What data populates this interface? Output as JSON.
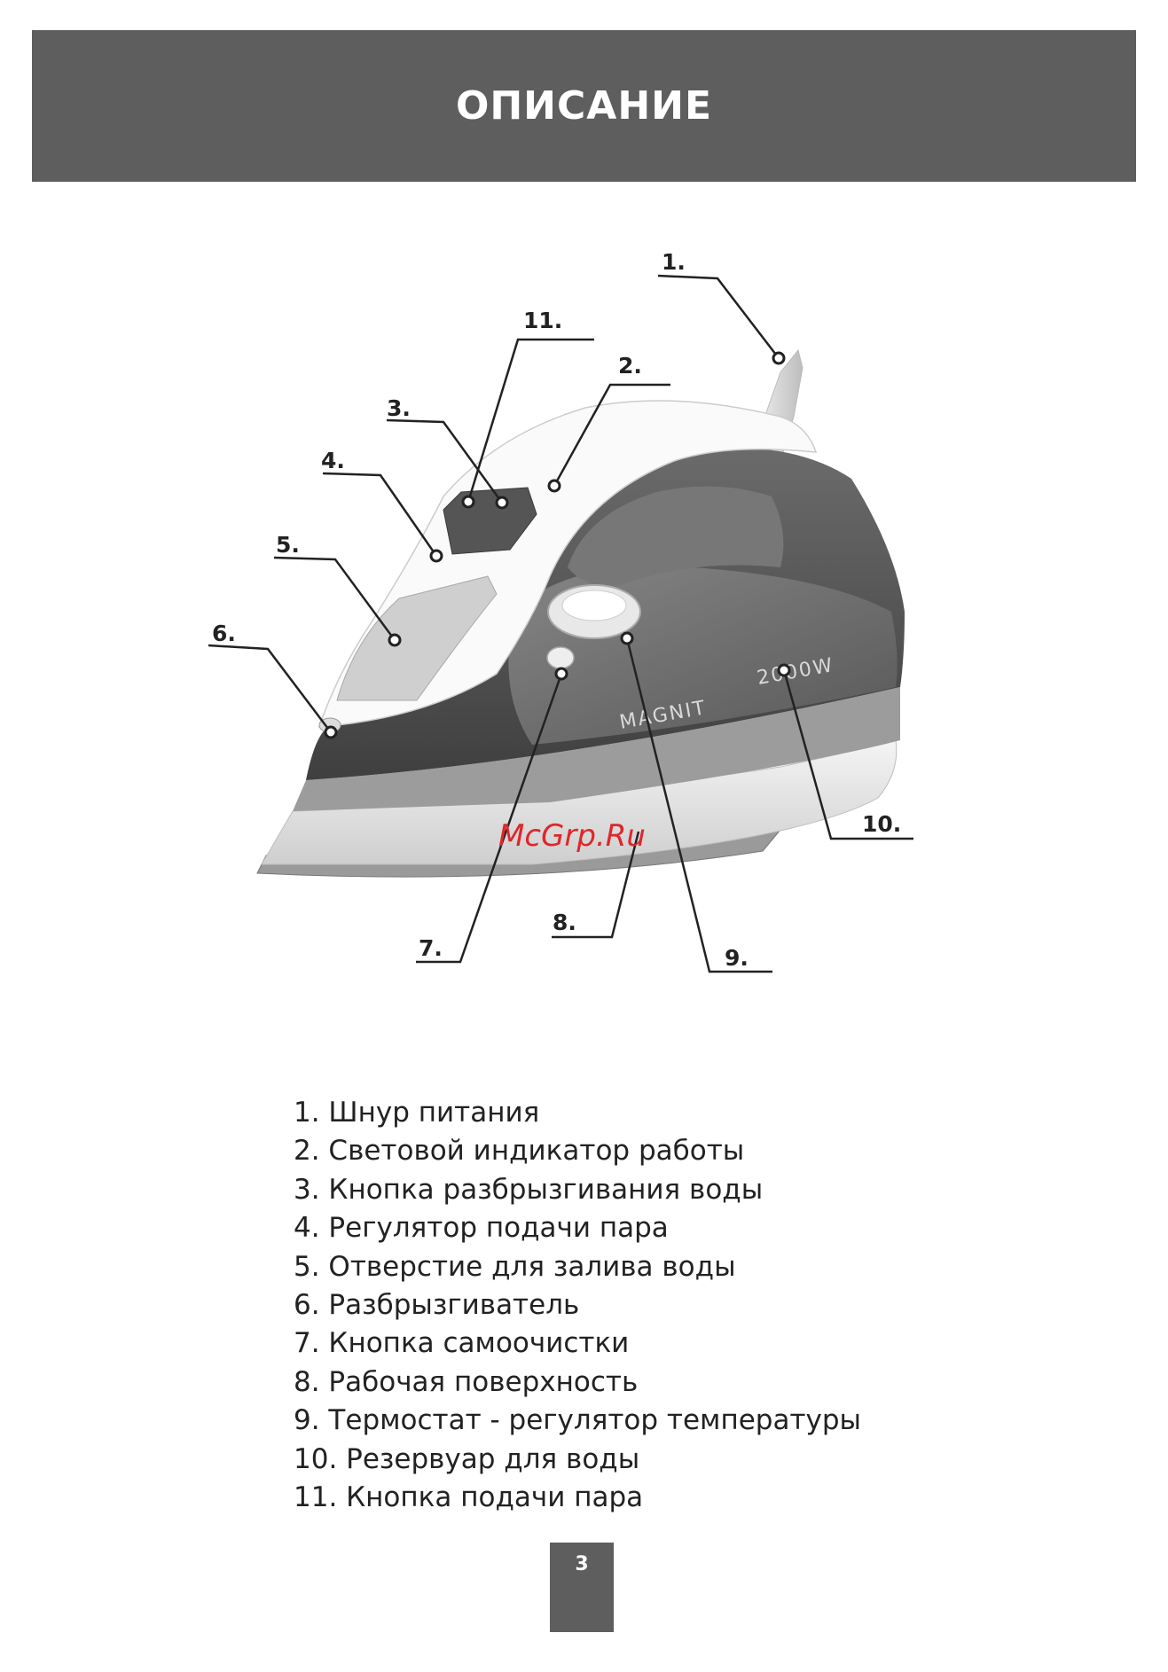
{
  "header": {
    "title": "ОПИСАНИЕ"
  },
  "diagram": {
    "product": "steam-iron",
    "brand_text": "MAGNIT",
    "power_text": "2000W",
    "watermark": "McGrp.Ru",
    "callouts": [
      {
        "label": "1."
      },
      {
        "label": "2."
      },
      {
        "label": "3."
      },
      {
        "label": "4."
      },
      {
        "label": "5."
      },
      {
        "label": "6."
      },
      {
        "label": "7."
      },
      {
        "label": "8."
      },
      {
        "label": "9."
      },
      {
        "label": "10."
      },
      {
        "label": "11."
      }
    ]
  },
  "parts": [
    "1. Шнур питания",
    "2. Световой индикатор работы",
    "3. Кнопка разбрызгивания воды",
    "4. Регулятор подачи пара",
    "5. Отверстие для залива воды",
    "6. Разбрызгиватель",
    "7. Кнопка самоочистки",
    "8. Рабочая поверхность",
    "9. Термостат - регулятор температуры",
    "10. Резервуар для воды",
    "11. Кнопка  подачи пара"
  ],
  "footer": {
    "page_number": "3"
  },
  "colors": {
    "header_bg": "#5e5e5e",
    "watermark": "#e0262a"
  }
}
